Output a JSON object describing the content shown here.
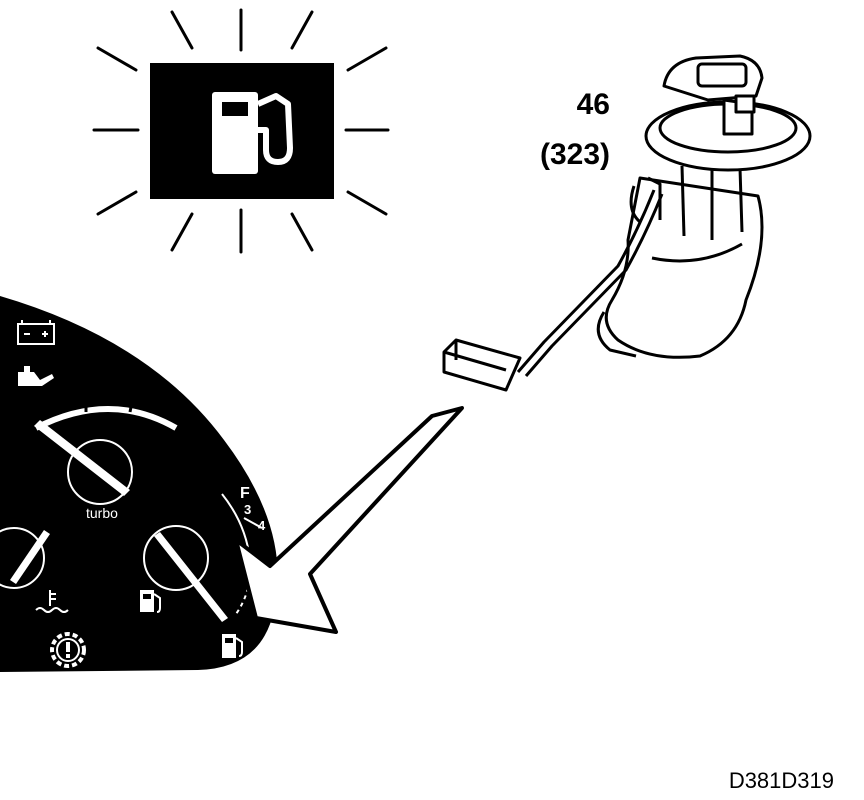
{
  "part": {
    "number": "46",
    "sub_number": "(323)"
  },
  "gauge": {
    "turbo_label": "turbo",
    "fuel_full": "F",
    "fuel_three_quarter_num": "3",
    "fuel_three_quarter_den": "4"
  },
  "drawing_id": "D381D319",
  "icons": [
    "fuel-warning-lamp-icon",
    "battery-icon",
    "oil-can-icon",
    "coolant-temp-icon",
    "fuel-pump-icon",
    "warning-gear-icon"
  ],
  "colors": {
    "ink": "#000000",
    "paper": "#ffffff"
  }
}
